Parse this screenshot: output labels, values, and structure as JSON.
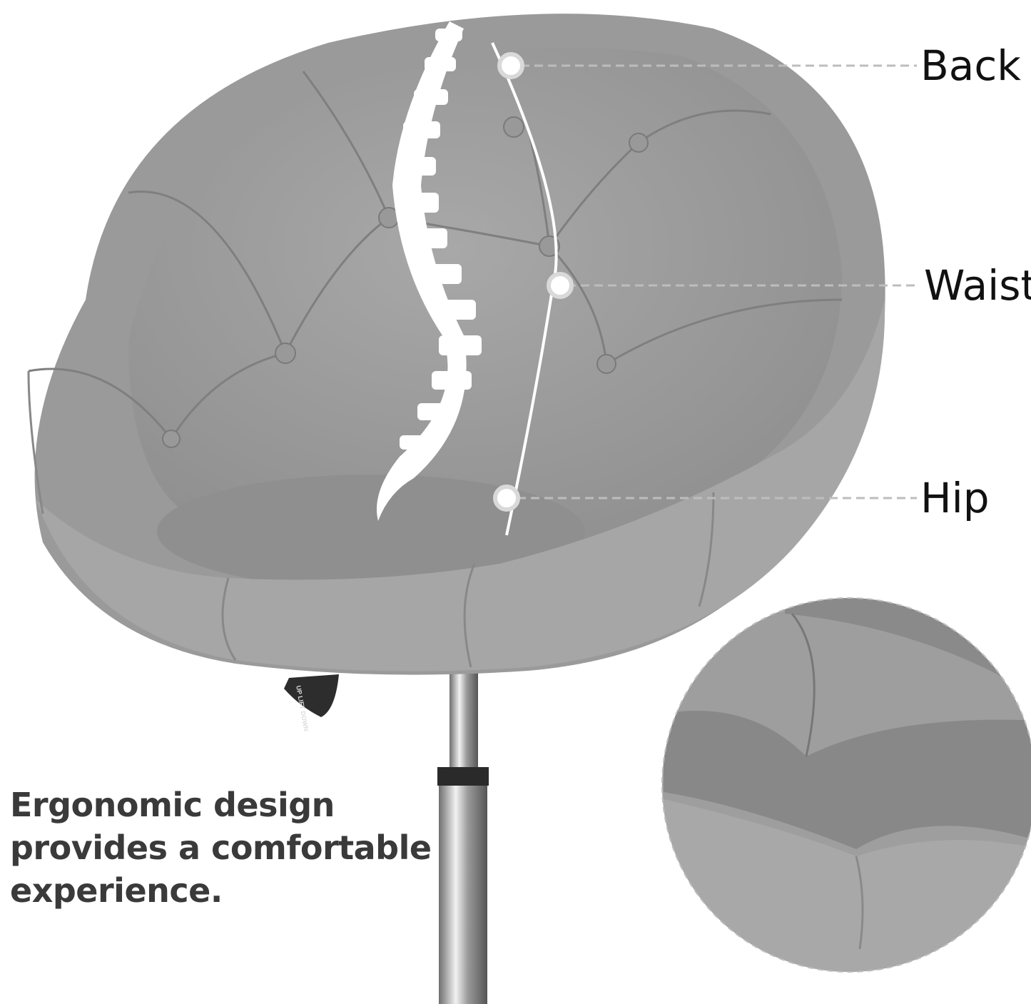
{
  "labels": {
    "back": "Back",
    "waist": "Waist",
    "hip": "Hip"
  },
  "headline": {
    "line1": "Ergonomic design",
    "line2": "provides a comfortable",
    "line3": "experience."
  },
  "lever": {
    "up": "UP",
    "lift": "LIFT",
    "down": "DOWN"
  },
  "colors": {
    "fabric": "#a3a3a3",
    "fabric_dark": "#8c8c8c",
    "fabric_light": "#b5b5b5",
    "chrome": "#b0b0b0",
    "text": "#3a3a3a"
  }
}
